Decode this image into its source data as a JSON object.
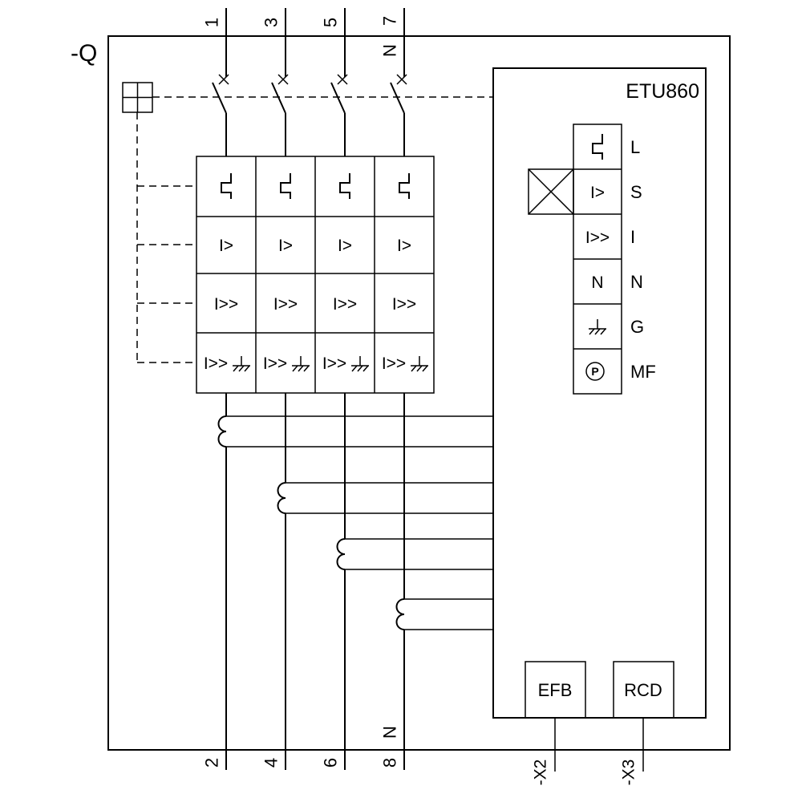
{
  "colors": {
    "ink": "#000000",
    "background": "#ffffff"
  },
  "device": {
    "designation": "-Q",
    "trip_unit": "ETU860"
  },
  "terminals": {
    "top": [
      "1",
      "3",
      "5",
      "7"
    ],
    "bottom": [
      "2",
      "4",
      "6",
      "8"
    ],
    "neutral": "N"
  },
  "connectors": {
    "x2": "-X2",
    "x3": "-X3"
  },
  "modules": {
    "efb": "EFB",
    "rcd": "RCD"
  },
  "trip_grid": {
    "overcurrent": "I>",
    "short_circuit": "I>>",
    "ground_fault_current": "I>>"
  },
  "etu_stack": {
    "rows": [
      {
        "symbol": "",
        "label": "L"
      },
      {
        "symbol": "I>",
        "label": "S"
      },
      {
        "symbol": "I>>",
        "label": "I"
      },
      {
        "symbol": "N",
        "label": "N"
      },
      {
        "symbol": "",
        "label": "G"
      },
      {
        "symbol": "P",
        "label": "MF"
      }
    ]
  }
}
